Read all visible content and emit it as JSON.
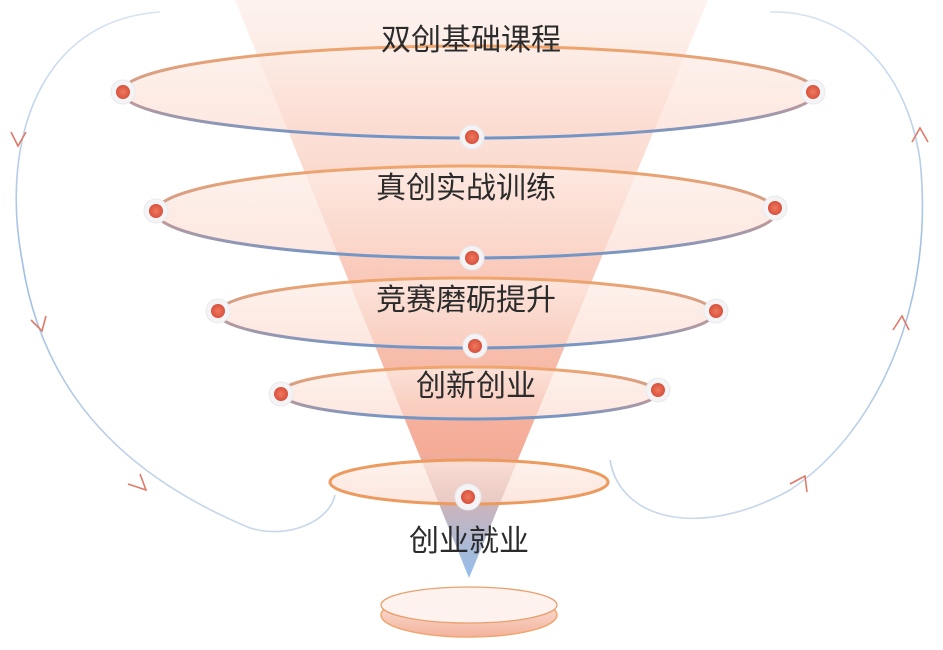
{
  "stages": [
    {
      "label": "双创基础课程"
    },
    {
      "label": "真创实战训练"
    },
    {
      "label": "竞赛磨砺提升"
    },
    {
      "label": "创新创业"
    },
    {
      "label": "创业就业"
    }
  ],
  "colors": {
    "ring_top": "#f0a56c",
    "ring_bottom": "#6f95c8",
    "ring_fill": "#fde6de",
    "funnel_top": "#fbe4dc",
    "funnel_mid": "#f7b9a6",
    "funnel_tip": "#9cc2ea",
    "node_outer": "#f4f4f6",
    "node_inner": "#e8634a",
    "loop_arrow": "#8fb2d9",
    "label_text": "#2b2b2b"
  }
}
